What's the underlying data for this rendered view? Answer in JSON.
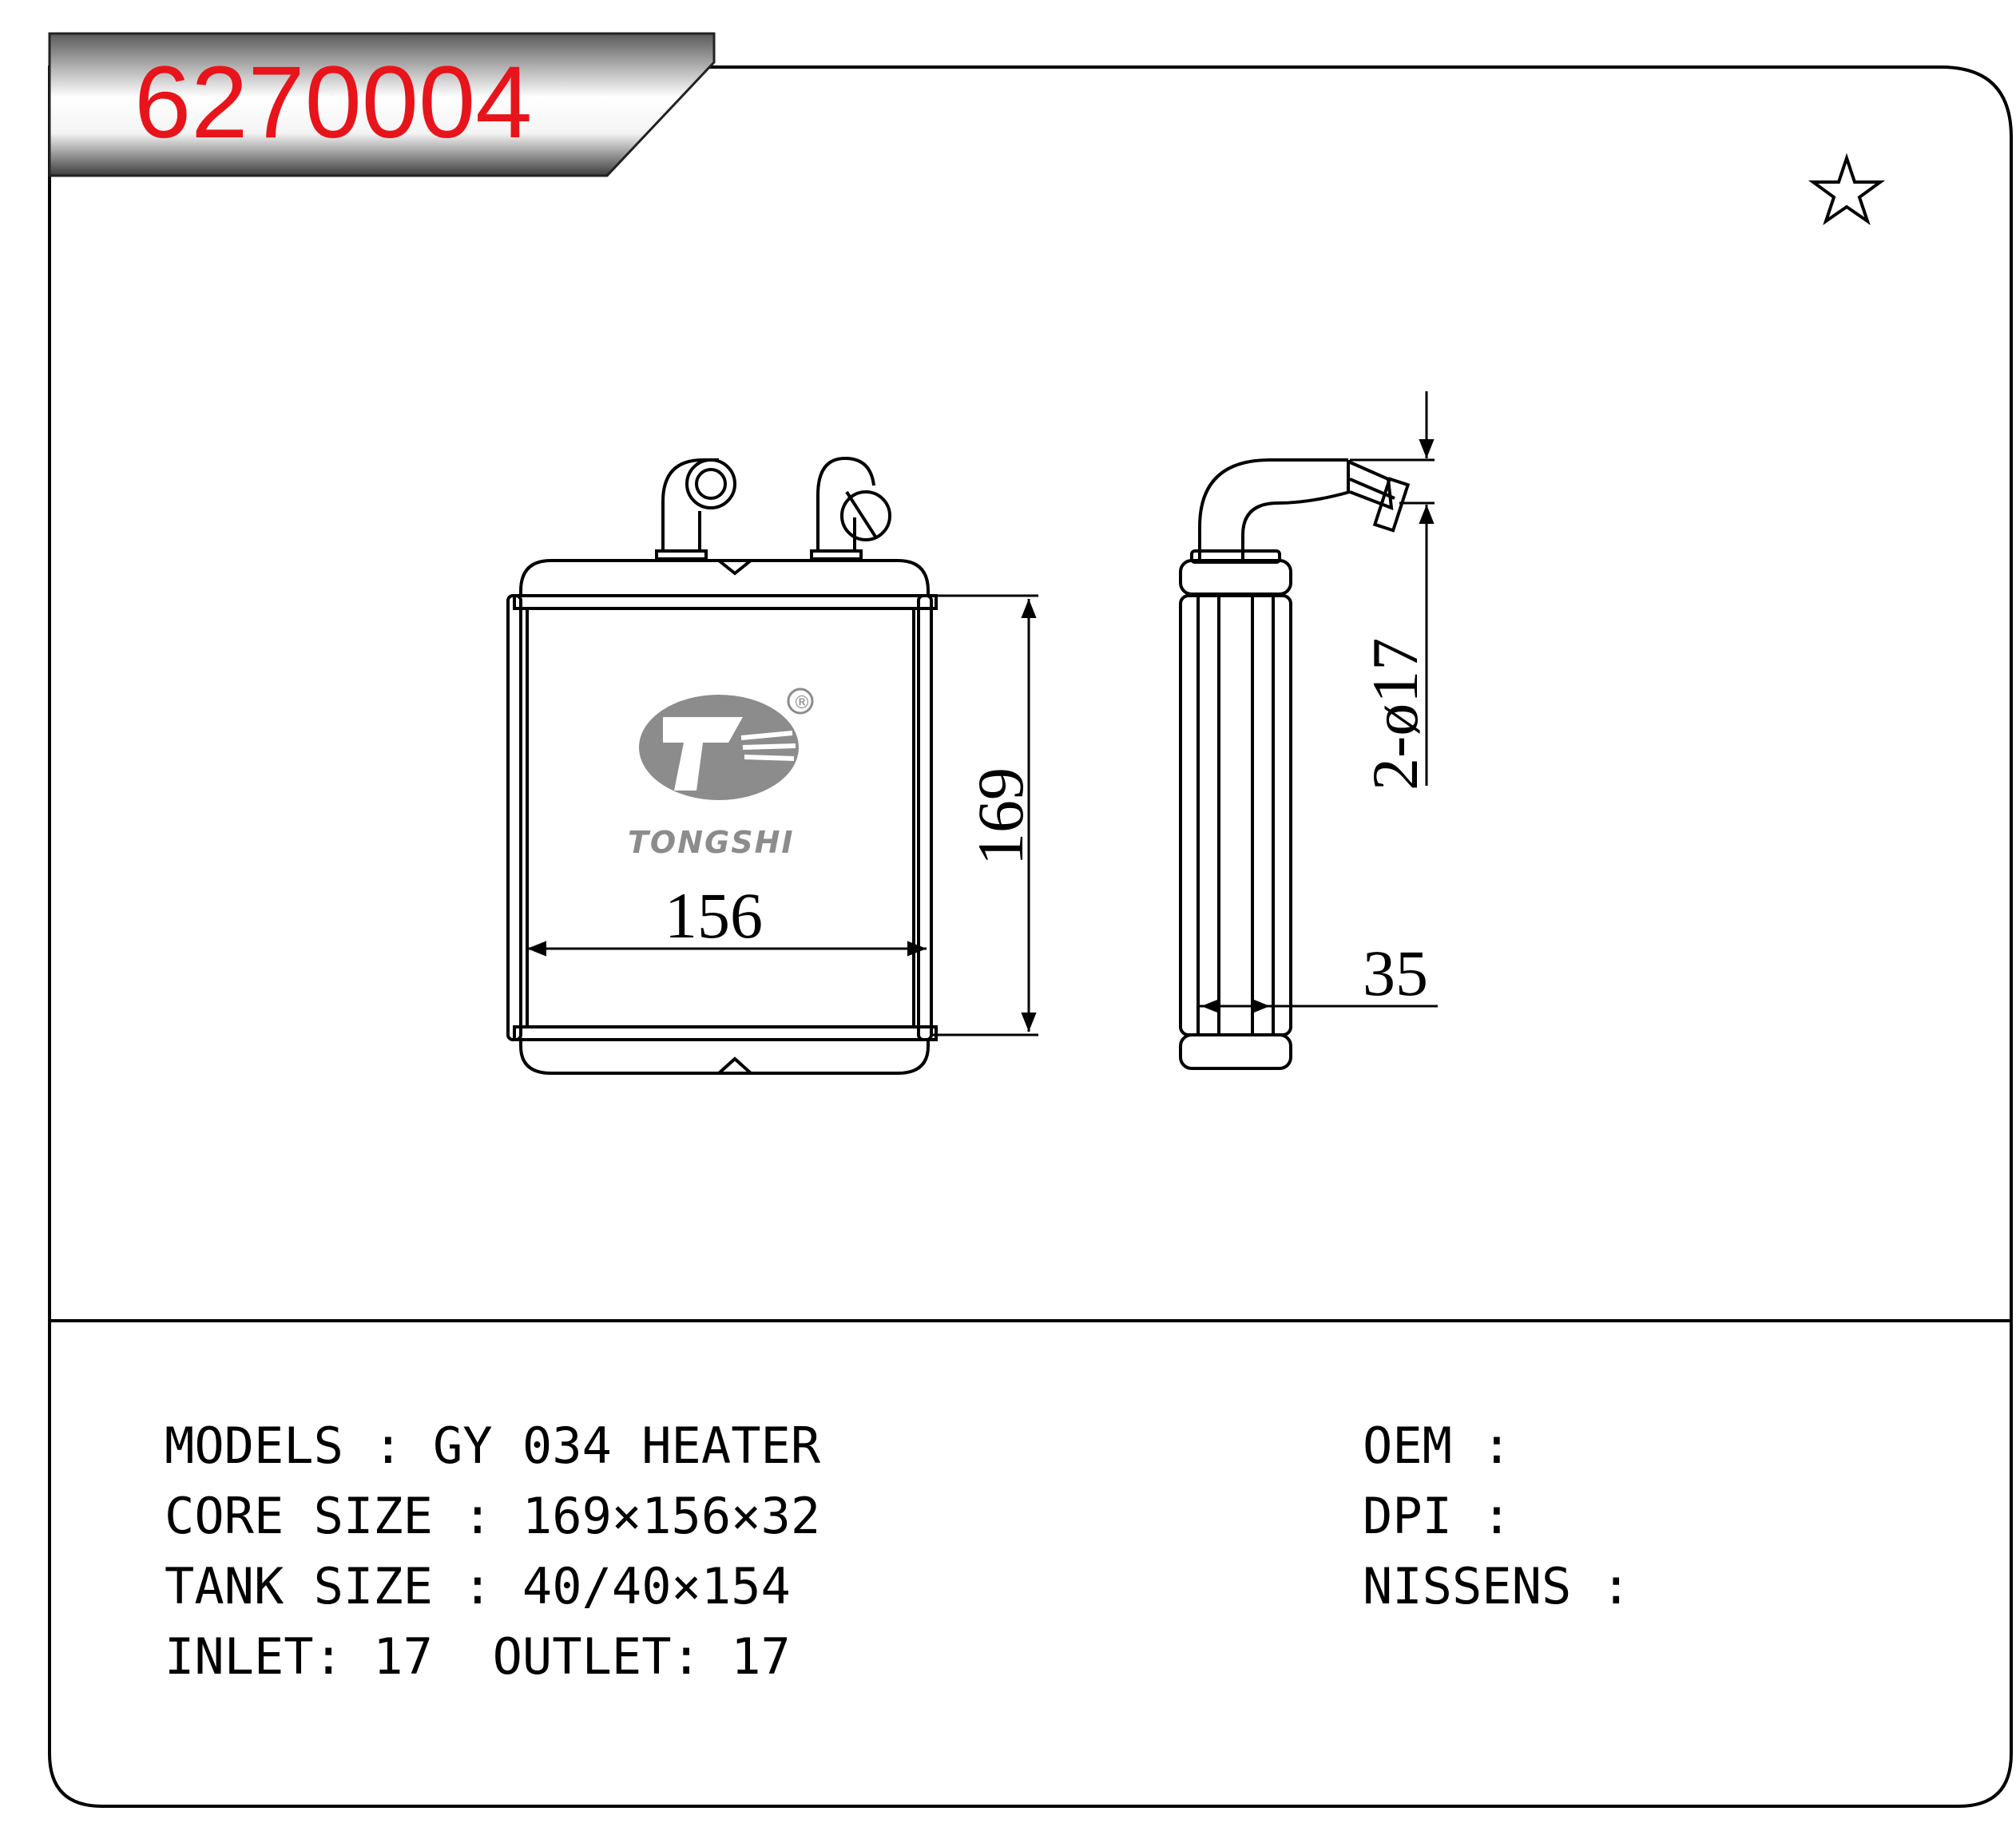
{
  "header": {
    "part_number": "6270004",
    "part_number_color": "#e8141b"
  },
  "favorite_icon": "star-outline-icon",
  "logo": {
    "brand_text": "TONGSHI",
    "registered_mark": "®",
    "color": "#8c8c8c"
  },
  "dimensions": {
    "width": "156",
    "height": "169",
    "pipe": "2-ø17",
    "depth": "35"
  },
  "specs": {
    "models": "MODELS : GY 034 HEATER",
    "core_size": "CORE SIZE : 169×156×32",
    "tank_size": "TANK SIZE : 40/40×154",
    "inlet_outlet": "INLET: 17  OUTLET: 17",
    "oem": "OEM :",
    "dpi": "DPI :",
    "nissens": "NISSENS :"
  }
}
